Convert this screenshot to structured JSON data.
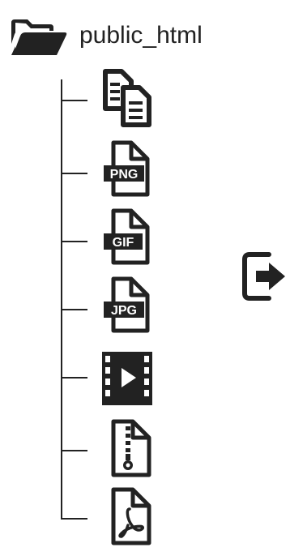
{
  "root_folder": {
    "label": "public_html",
    "icon": "folder-open-icon"
  },
  "files": [
    {
      "icon": "documents-icon",
      "badge": ""
    },
    {
      "icon": "png-file-icon",
      "badge": "PNG"
    },
    {
      "icon": "gif-file-icon",
      "badge": "GIF"
    },
    {
      "icon": "jpg-file-icon",
      "badge": "JPG"
    },
    {
      "icon": "video-file-icon",
      "badge": ""
    },
    {
      "icon": "zip-file-icon",
      "badge": ""
    },
    {
      "icon": "pdf-file-icon",
      "badge": ""
    }
  ],
  "exit": {
    "icon": "sign-out-icon"
  },
  "colors": {
    "ink": "#222222",
    "background": "#ffffff"
  }
}
